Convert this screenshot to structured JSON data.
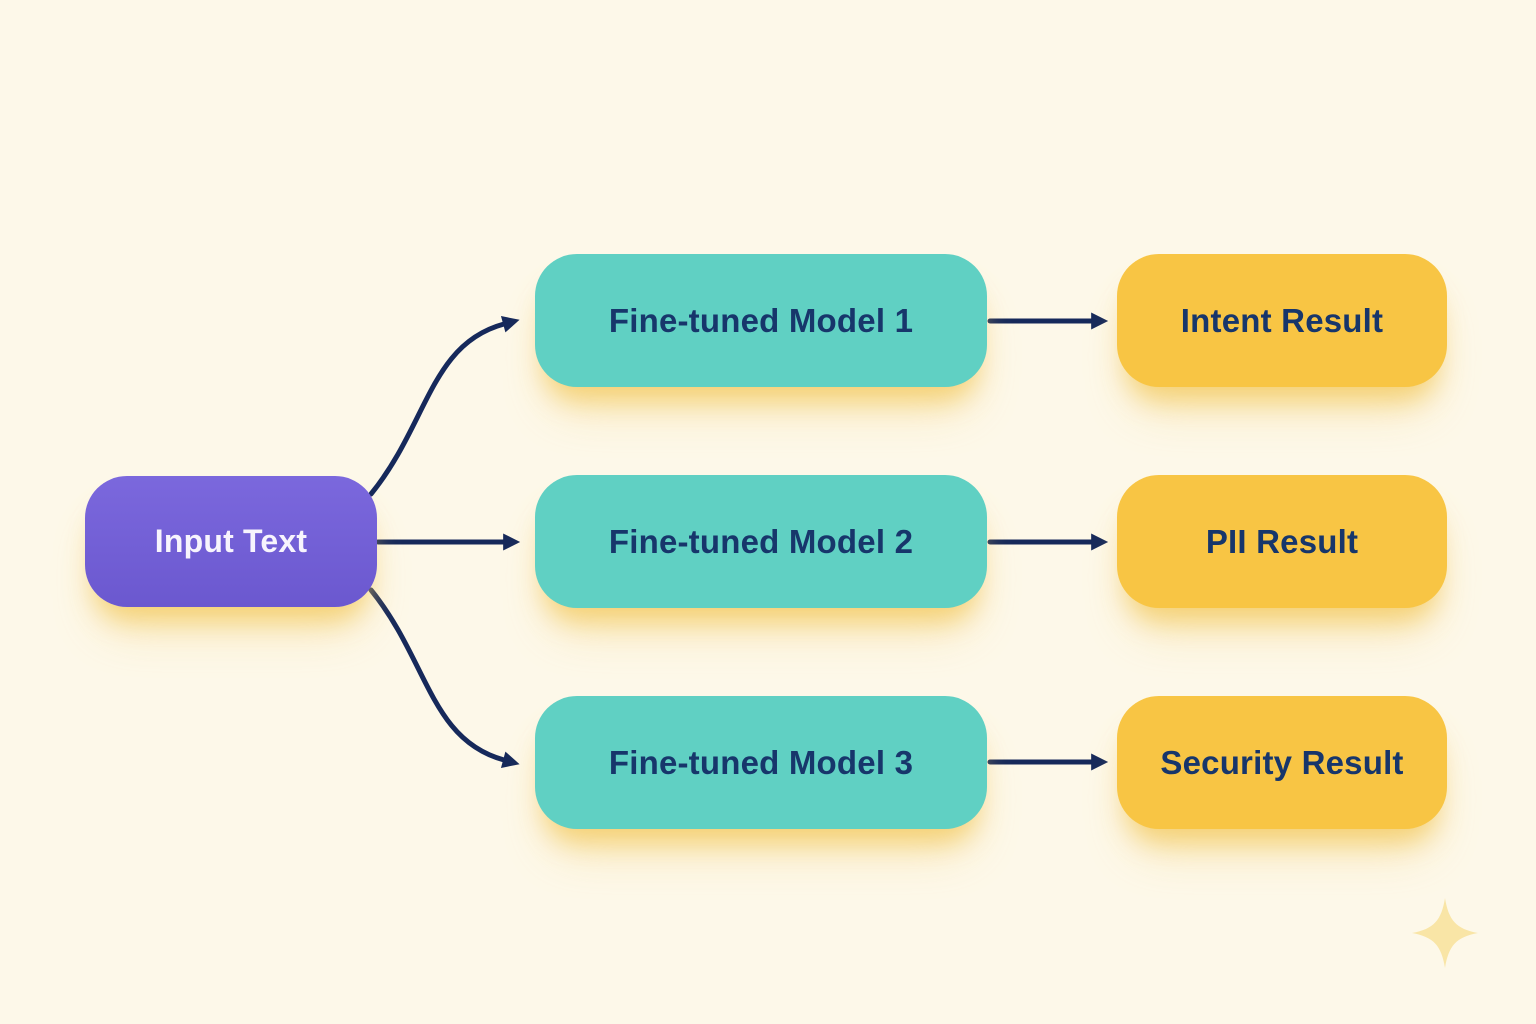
{
  "theme": {
    "background": "#fdf8e9",
    "input-bg-top": "#7b68dd",
    "input-bg-bottom": "#6b58cf",
    "model-bg": "#60d0c3",
    "result-bg": "#f8c544",
    "node-text": "#17366b",
    "input-text": "#f7f4fd",
    "arrow": "#16295b",
    "glow": "rgba(243, 201, 95, 0.75)",
    "sparkle": "#f9e5a6"
  },
  "diagram": {
    "input": {
      "label": "Input Text"
    },
    "models": [
      {
        "label": "Fine-tuned Model 1"
      },
      {
        "label": "Fine-tuned Model 2"
      },
      {
        "label": "Fine-tuned Model 3"
      }
    ],
    "results": [
      {
        "label": "Intent Result"
      },
      {
        "label": "PII Result"
      },
      {
        "label": "Security Result"
      }
    ],
    "edges": [
      {
        "from": "Input Text",
        "to": "Fine-tuned Model 1"
      },
      {
        "from": "Input Text",
        "to": "Fine-tuned Model 2"
      },
      {
        "from": "Input Text",
        "to": "Fine-tuned Model 3"
      },
      {
        "from": "Fine-tuned Model 1",
        "to": "Intent Result"
      },
      {
        "from": "Fine-tuned Model 2",
        "to": "PII Result"
      },
      {
        "from": "Fine-tuned Model 3",
        "to": "Security Result"
      }
    ],
    "decorations": [
      {
        "icon": "sparkle"
      }
    ]
  }
}
